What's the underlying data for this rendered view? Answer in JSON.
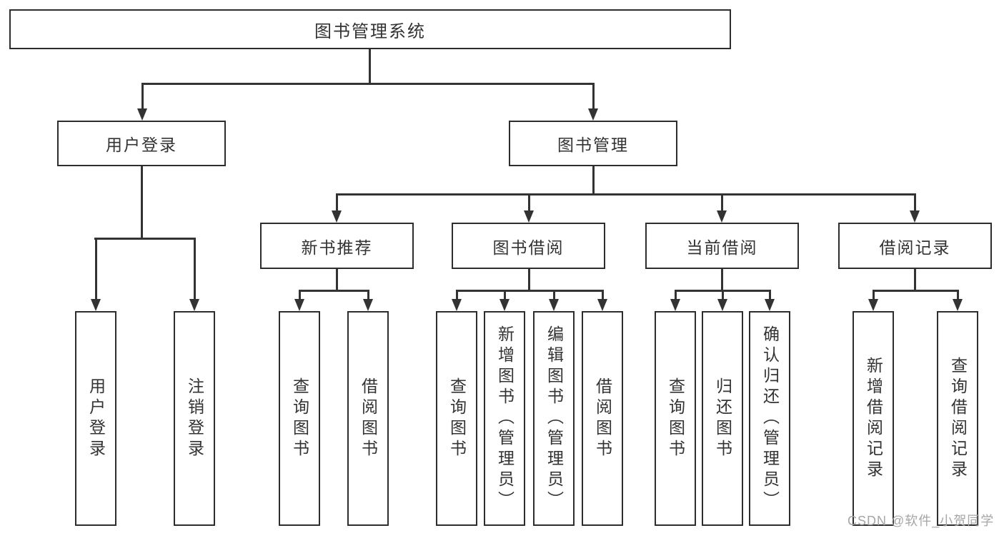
{
  "diagram_title": "图书管理系统",
  "nodes": {
    "root": "图书管理系统",
    "user_login": "用户登录",
    "book_management": "图书管理",
    "new_book_recommend": "新书推荐",
    "book_borrow": "图书借阅",
    "current_borrow": "当前借阅",
    "borrow_record": "借阅记录",
    "leaf_user_login": "用户登录",
    "leaf_logout": "注销登录",
    "leaf_nbr_query_book": "查询图书",
    "leaf_nbr_borrow_book": "借阅图书",
    "leaf_bb_query_book": "查询图书",
    "leaf_bb_add_book": "新增图书（管理员）",
    "leaf_bb_edit_book": "编辑图书（管理员）",
    "leaf_bb_borrow_book": "借阅图书",
    "leaf_cb_query_book": "查询图书",
    "leaf_cb_return_book": "归还图书",
    "leaf_cb_confirm_return": "确认归还（管理员）",
    "leaf_br_add_record": "新增借阅记录",
    "leaf_br_query_record": "查询借阅记录"
  },
  "watermark": "CSDN @软件_小贺同学",
  "colors": {
    "line": "#333333",
    "box_border": "#2d2d2d",
    "text": "#333333",
    "watermark": "#a6a6a6",
    "background": "#ffffff"
  }
}
